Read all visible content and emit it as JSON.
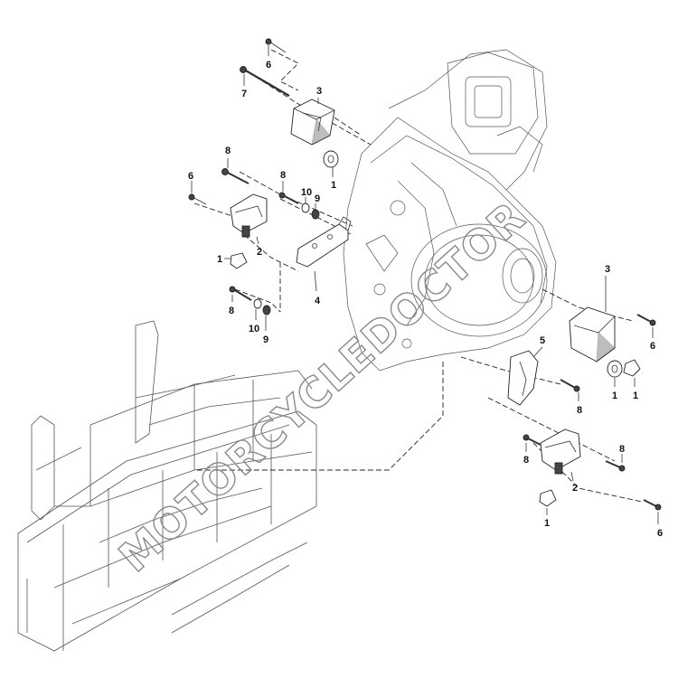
{
  "callouts": {
    "c6_top": "6",
    "c7": "7",
    "c3_top": "3",
    "c1_top": "1",
    "c8_a": "8",
    "c6_left": "6",
    "c8_b": "8",
    "c10_a": "10",
    "c9_a": "9",
    "c2_left": "2",
    "c1_left": "1",
    "c4": "4",
    "c8_c": "8",
    "c10_b": "10",
    "c9_b": "9",
    "c3_right": "3",
    "c6_r1": "6",
    "c5": "5",
    "c8_d": "8",
    "c1_r1": "1",
    "c1_r2": "1",
    "c8_e": "8",
    "c8_f": "8",
    "c2_right": "2",
    "c1_bottom": "1",
    "c6_r2": "6"
  },
  "watermark": {
    "text": "MOTORCYCLEDOCTOR",
    "color": "#8a8a8a"
  }
}
